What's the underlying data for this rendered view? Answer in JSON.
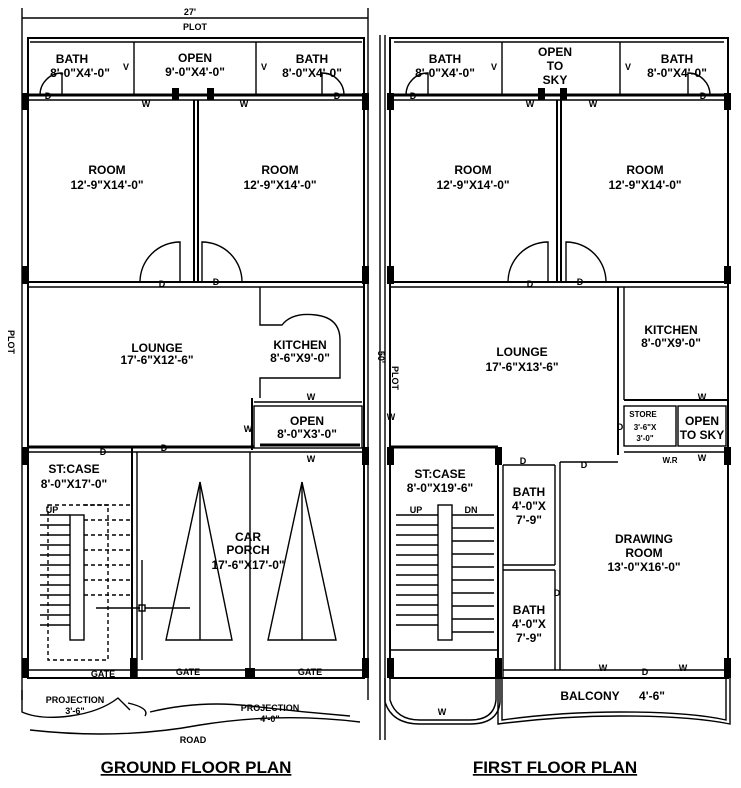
{
  "dims": {
    "top": "27'",
    "left_plot": "PLOT",
    "top_plot": "PLOT",
    "mid": "50'",
    "mid_plot": "PLOT",
    "road": "ROAD"
  },
  "ground": {
    "title": "GROUND FLOOR PLAN",
    "bath_l": {
      "name": "BATH",
      "size": "8'-0\"X4'-0\""
    },
    "open_top": {
      "name": "OPEN",
      "size": "9'-0\"X4'-0\""
    },
    "bath_r": {
      "name": "BATH",
      "size": "8'-0\"X4'-0\""
    },
    "room_l": {
      "name": "ROOM",
      "size": "12'-9\"X14'-0\""
    },
    "room_r": {
      "name": "ROOM",
      "size": "12'-9\"X14'-0\""
    },
    "lounge": {
      "name": "LOUNGE",
      "size": "17'-6\"X12'-6\""
    },
    "kitchen": {
      "name": "KITCHEN",
      "size": "8'-6\"X9'-0\""
    },
    "open_mid": {
      "name": "OPEN",
      "size": "8'-0\"X3'-0\""
    },
    "stair": {
      "name": "ST:CASE",
      "size": "8'-0\"X17'-0\"",
      "up": "UP"
    },
    "car": {
      "l1": "CAR",
      "l2": "PORCH",
      "size": "17'-6\"X17'-0\""
    },
    "gate": "GATE",
    "proj_l": {
      "name": "PROJECTION",
      "size": "3'-6\""
    },
    "proj_r": {
      "name": "PROJECTION",
      "size": "4'-0\""
    },
    "marks": {
      "d": "D",
      "w": "W",
      "v": "V"
    }
  },
  "first": {
    "title": "FIRST FLOOR PLAN",
    "bath_l": {
      "name": "BATH",
      "size": "8'-0\"X4'-0\""
    },
    "open_sky": {
      "l1": "OPEN",
      "l2": "TO",
      "l3": "SKY"
    },
    "bath_r": {
      "name": "BATH",
      "size": "8'-0\"X4'-0\""
    },
    "room_l": {
      "name": "ROOM",
      "size": "12'-9\"X14'-0\""
    },
    "room_r": {
      "name": "ROOM",
      "size": "12'-9\"X14'-0\""
    },
    "lounge": {
      "name": "LOUNGE",
      "size": "17'-6\"X13'-6\""
    },
    "kitchen": {
      "name": "KITCHEN",
      "size": "8'-0\"X9'-0\""
    },
    "store": {
      "name": "STORE",
      "size1": "3'-6\"X",
      "size2": "3'-0\""
    },
    "open_sky2": {
      "l1": "OPEN",
      "l2": "TO SKY"
    },
    "stair": {
      "name": "ST:CASE",
      "size": "8'-0\"X19'-6\"",
      "up": "UP",
      "dn": "DN"
    },
    "bath1": {
      "name": "BATH",
      "s1": "4'-0\"X",
      "s2": "7'-9\""
    },
    "bath2": {
      "name": "BATH",
      "s1": "4'-0\"X",
      "s2": "7'-9\""
    },
    "drawing": {
      "l1": "DRAWING",
      "l2": "ROOM",
      "size": "13'-0\"X16'-0\""
    },
    "balcony": {
      "name": "BALCONY",
      "size": "4'-6\""
    },
    "wr": "W.R"
  }
}
